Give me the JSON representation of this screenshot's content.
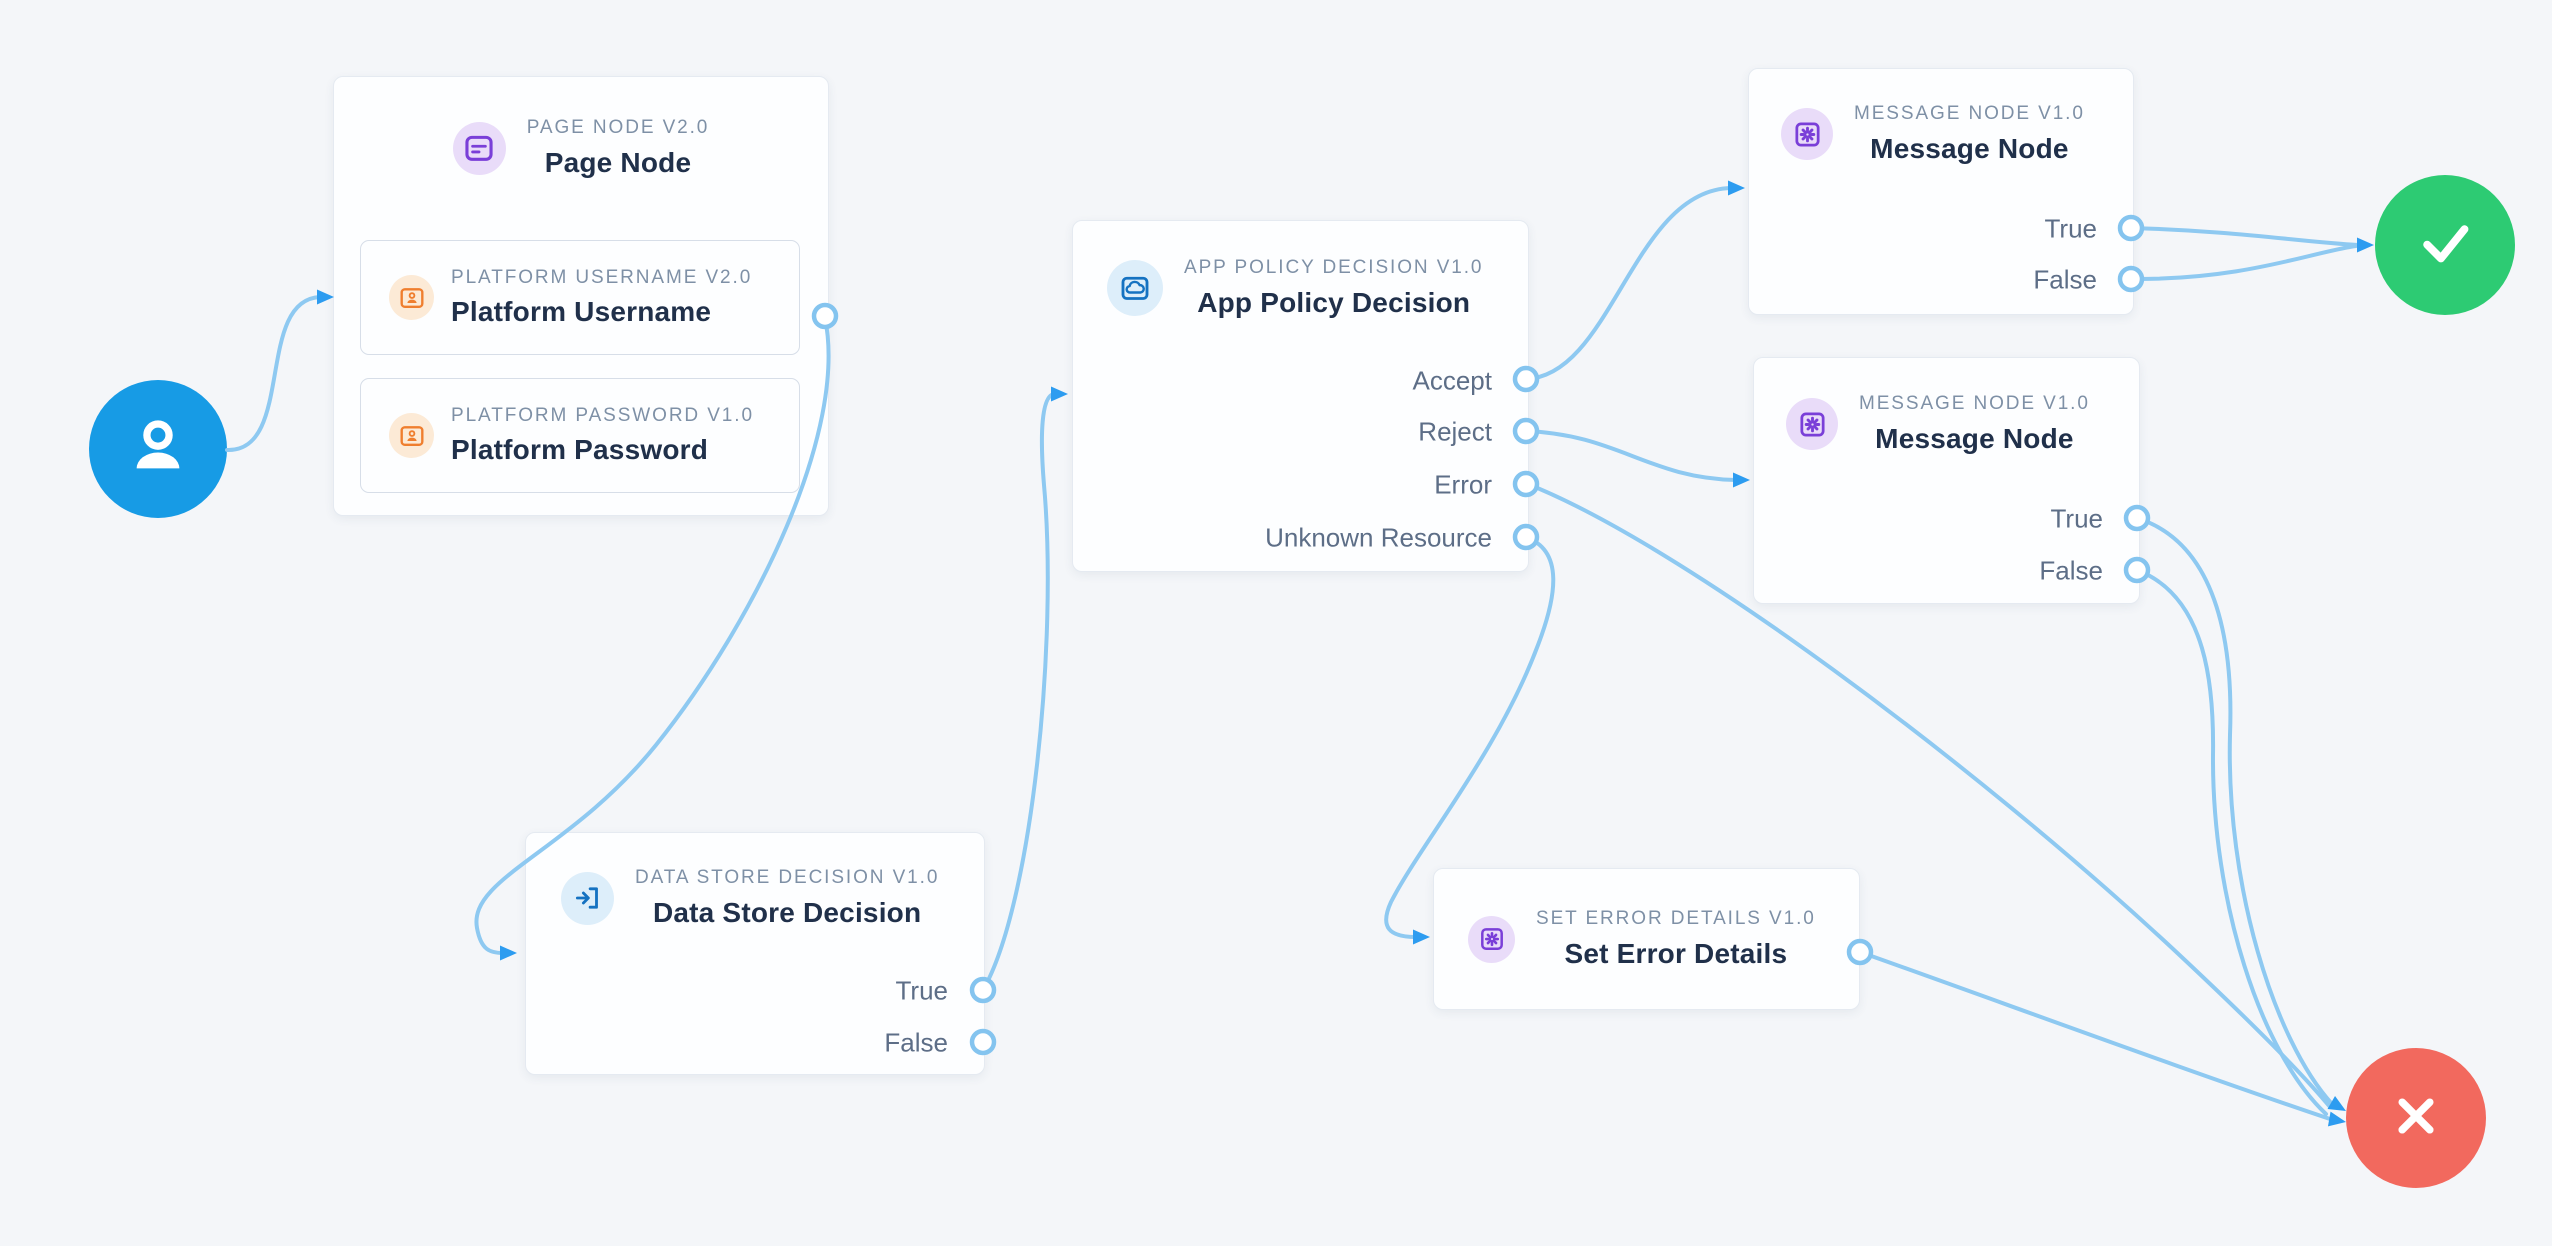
{
  "palette": {
    "background": "#f4f6f9",
    "connector": "#8ec9f1",
    "arrowhead": "#2d9cf0",
    "port_border": "#84c4ef",
    "start_color": "#179be5",
    "success_color": "#2dcb73",
    "failure_color": "#f2695e",
    "purple_icon": "#7a3fd8",
    "purple_icon_bg": "#e9dcf9",
    "orange_icon": "#ef7e2e",
    "orange_icon_bg": "#fcead6",
    "blue_icon": "#1572c1",
    "blue_icon_bg": "#ddeefa"
  },
  "nodes": {
    "start": {
      "icon": "user-icon"
    },
    "page_node": {
      "type_label": "PAGE NODE V2.0",
      "title": "Page Node",
      "icon": "page-icon",
      "children": [
        {
          "type_label": "PLATFORM USERNAME V2.0",
          "title": "Platform Username",
          "icon": "id-card-icon"
        },
        {
          "type_label": "PLATFORM PASSWORD V1.0",
          "title": "Platform Password",
          "icon": "id-card-icon"
        }
      ]
    },
    "app_policy_decision": {
      "type_label": "APP POLICY DECISION V1.0",
      "title": "App Policy Decision",
      "icon": "cloud-icon",
      "outputs": [
        "Accept",
        "Reject",
        "Error",
        "Unknown Resource"
      ]
    },
    "message_node_top": {
      "type_label": "MESSAGE NODE V1.0",
      "title": "Message Node",
      "icon": "gear-icon",
      "outputs": [
        "True",
        "False"
      ]
    },
    "message_node_bottom": {
      "type_label": "MESSAGE NODE V1.0",
      "title": "Message Node",
      "icon": "gear-icon",
      "outputs": [
        "True",
        "False"
      ]
    },
    "data_store_decision": {
      "type_label": "DATA STORE DECISION V1.0",
      "title": "Data Store Decision",
      "icon": "sign-in-icon",
      "outputs": [
        "True",
        "False"
      ]
    },
    "set_error_details": {
      "type_label": "SET ERROR DETAILS V1.0",
      "title": "Set Error Details",
      "icon": "gear-icon"
    },
    "success": {
      "icon": "check-icon"
    },
    "failure": {
      "icon": "x-icon"
    }
  },
  "connections": [
    {
      "from": "start",
      "to": "page_node"
    },
    {
      "from": "page_node.platform_username",
      "to": "data_store_decision"
    },
    {
      "from": "data_store_decision.True",
      "to": "app_policy_decision"
    },
    {
      "from": "app_policy_decision.Accept",
      "to": "message_node_top"
    },
    {
      "from": "app_policy_decision.Reject",
      "to": "message_node_bottom"
    },
    {
      "from": "app_policy_decision.Error",
      "to": "failure"
    },
    {
      "from": "app_policy_decision.Unknown Resource",
      "to": "set_error_details"
    },
    {
      "from": "message_node_top.True",
      "to": "success"
    },
    {
      "from": "message_node_top.False",
      "to": "success"
    },
    {
      "from": "message_node_bottom.True",
      "to": "failure"
    },
    {
      "from": "message_node_bottom.False",
      "to": "failure"
    },
    {
      "from": "set_error_details",
      "to": "failure"
    }
  ]
}
